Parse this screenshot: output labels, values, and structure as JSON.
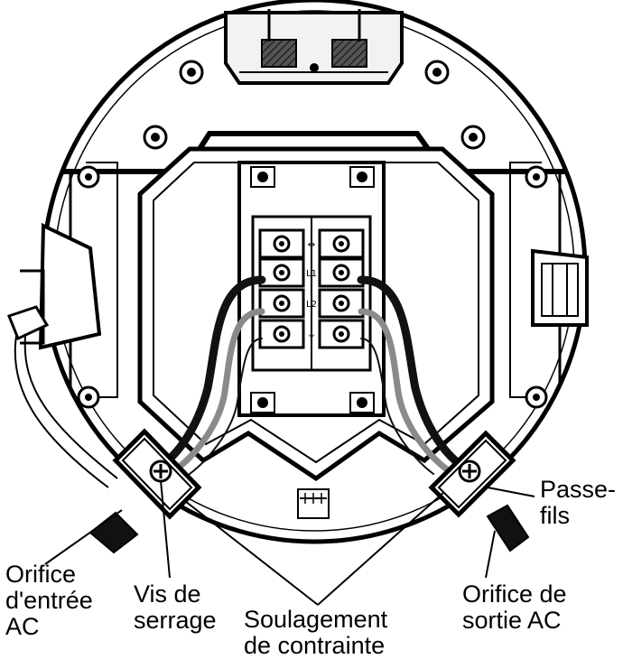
{
  "labels": {
    "passe_fils": [
      "Passe-",
      "fils"
    ],
    "orifice_entree": [
      "Orifice",
      "d'entrée",
      "AC"
    ],
    "vis_serrage": [
      "Vis de",
      "serrage"
    ],
    "soulagement": [
      "Soulagement",
      "de contrainte"
    ],
    "orifice_sortie": [
      "Orifice de",
      "sortie AC"
    ]
  },
  "terminal_marks": [
    "↔",
    "L1",
    "L2",
    "⏚"
  ],
  "colors": {
    "line": "#000000",
    "wire_dark": "#111111",
    "wire_grey": "#8a8a8a",
    "background": "#ffffff",
    "shade": "#d9d9d9"
  }
}
